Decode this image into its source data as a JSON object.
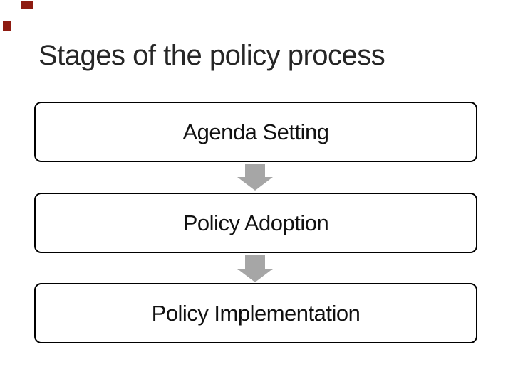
{
  "slide": {
    "title": "Stages of the policy process",
    "background_color": "#ffffff",
    "title_color": "#262626",
    "box_border_color": "#000000",
    "box_text_color": "#111111",
    "arrow_color": "#a6a6a6",
    "corner_accent_color": "#8e1b11"
  },
  "stages": [
    {
      "label": "Agenda Setting"
    },
    {
      "label": "Policy Adoption"
    },
    {
      "label": "Policy Implementation"
    }
  ]
}
